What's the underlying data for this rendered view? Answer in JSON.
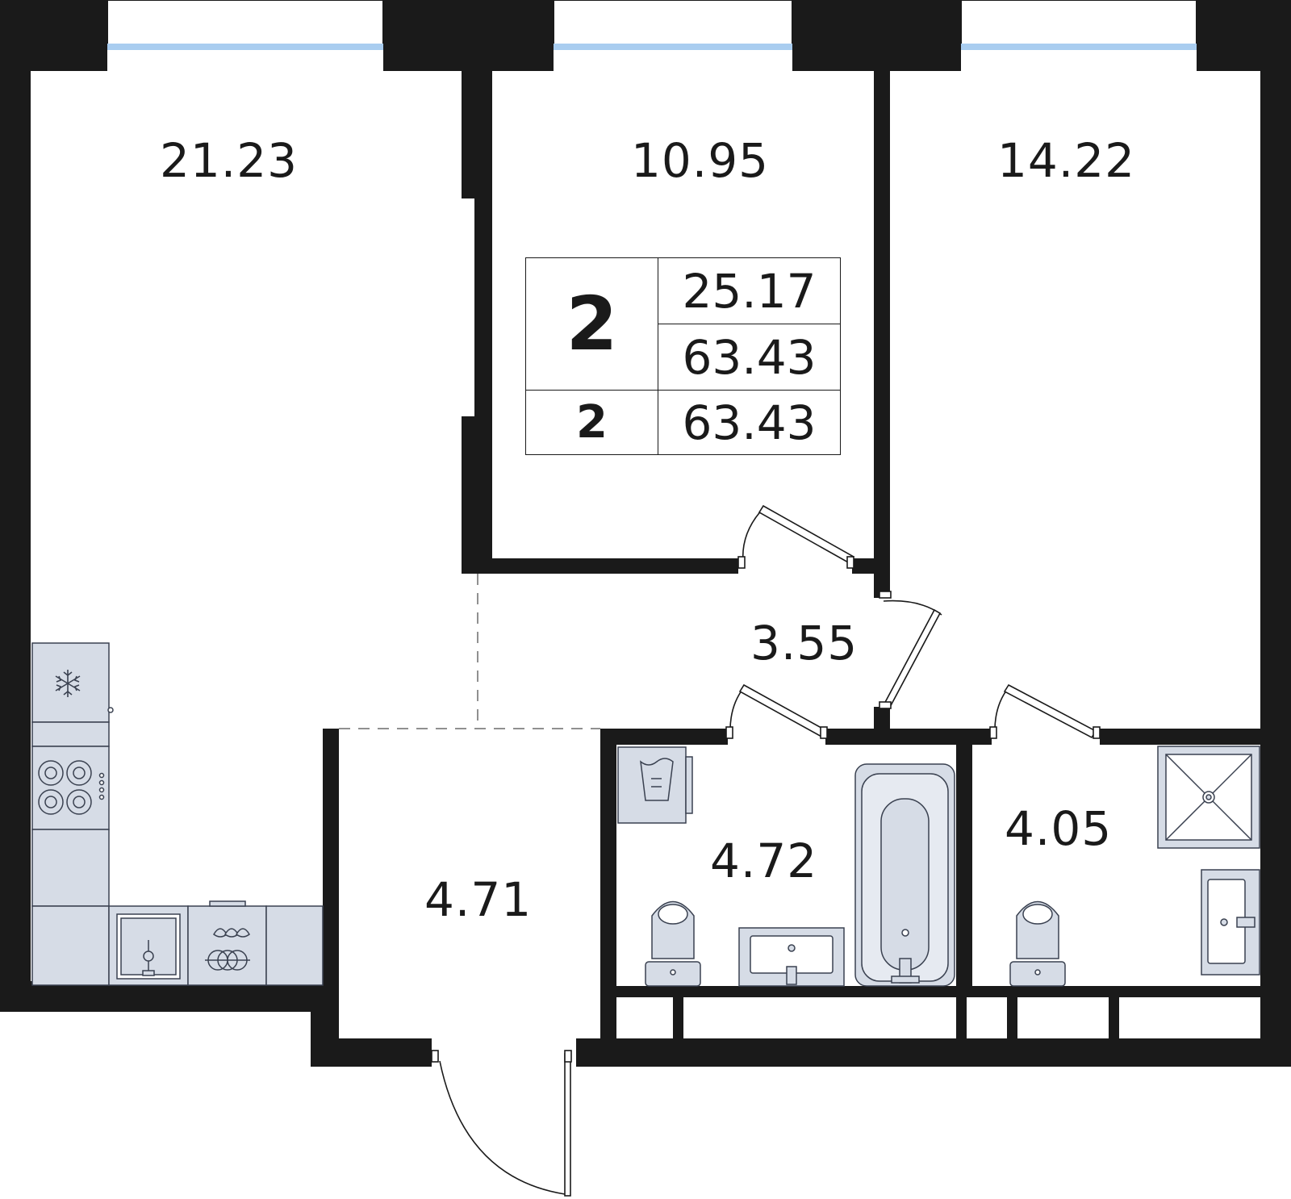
{
  "plan": {
    "colors": {
      "wall": "#1a1a1a",
      "window_glass": "#a9cdf0",
      "fixture_fill": "#d6dce6",
      "fixture_stroke": "#3a4150",
      "background": "#ffffff"
    },
    "rooms": [
      {
        "id": "kitchen-living",
        "area": "21.23"
      },
      {
        "id": "bedroom-1",
        "area": "10.95"
      },
      {
        "id": "bedroom-2",
        "area": "14.22"
      },
      {
        "id": "corridor",
        "area": "3.55"
      },
      {
        "id": "hallway",
        "area": "4.71"
      },
      {
        "id": "bathroom",
        "area": "4.72"
      },
      {
        "id": "shower-room",
        "area": "4.05"
      }
    ],
    "summary": {
      "rooms_big": "2",
      "living_area": "25.17",
      "total_area": "63.43",
      "rooms_small": "2",
      "total_area_2": "63.43"
    },
    "icons": [
      "snowflake-icon",
      "fridge-icon",
      "stove-icon",
      "kitchen-sink-icon",
      "washing-machine-icon",
      "toilet-icon",
      "washbasin-icon",
      "bathtub-icon",
      "shower-tray-icon",
      "entrance-door-icon"
    ]
  }
}
